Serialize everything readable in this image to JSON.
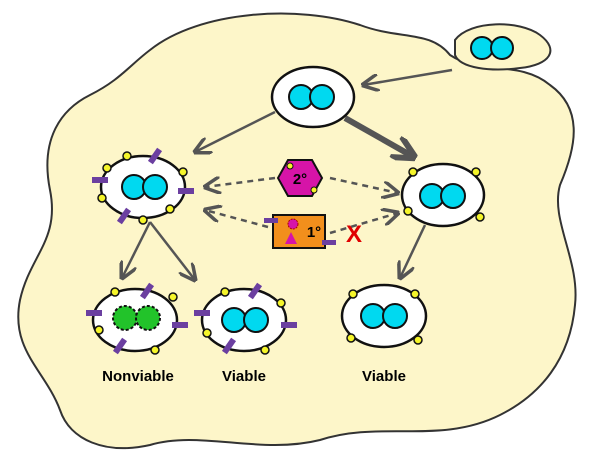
{
  "labels": {
    "nonviable": "Nonviable",
    "viable_left": "Viable",
    "viable_right": "Viable"
  },
  "markers": {
    "secondary": "2°",
    "primary": "1°",
    "block": "X"
  },
  "colors": {
    "tissue": "#fdf6c9",
    "nucleus": "#00d9f0",
    "dead_nucleus": "#22c32a",
    "stud": "#f5f52a",
    "bar": "#6b3fa0",
    "secondary_fill": "#d614a8",
    "primary_fill": "#f28f1c",
    "block": "#e00000"
  }
}
